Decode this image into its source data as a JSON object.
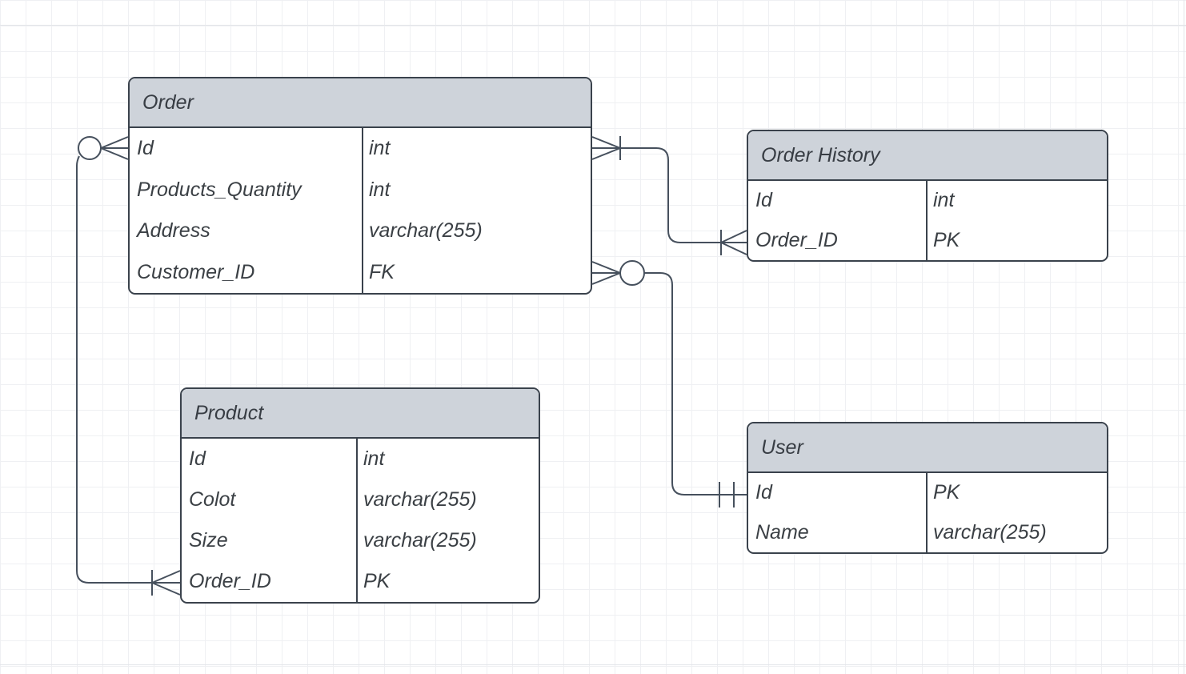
{
  "diagram": {
    "type": "entity-relationship",
    "entities": [
      {
        "title": "Order",
        "fields": [
          {
            "name": "Id",
            "type": "int"
          },
          {
            "name": "Products_Quantity",
            "type": "int"
          },
          {
            "name": "Address",
            "type": "varchar(255)"
          },
          {
            "name": "Customer_ID",
            "type": "FK"
          }
        ]
      },
      {
        "title": "Order History",
        "fields": [
          {
            "name": "Id",
            "type": "int"
          },
          {
            "name": "Order_ID",
            "type": "PK"
          }
        ]
      },
      {
        "title": "Product",
        "fields": [
          {
            "name": "Id",
            "type": "int"
          },
          {
            "name": "Colot",
            "type": "varchar(255)"
          },
          {
            "name": "Size",
            "type": "varchar(255)"
          },
          {
            "name": "Order_ID",
            "type": "PK"
          }
        ]
      },
      {
        "title": "User",
        "fields": [
          {
            "name": "Id",
            "type": "PK"
          },
          {
            "name": "Name",
            "type": "varchar(255)"
          }
        ]
      }
    ],
    "relationships": [
      {
        "from": "Order.Id",
        "from_cardinality": "zero-or-many",
        "to": "Product.Order_ID",
        "to_cardinality": "one-or-many"
      },
      {
        "from": "Order.Id",
        "from_cardinality": "one-or-many",
        "to": "Order History.Order_ID",
        "to_cardinality": "one-or-many"
      },
      {
        "from": "Order.Customer_ID",
        "from_cardinality": "zero-or-many",
        "to": "User.Id",
        "to_cardinality": "exactly-one"
      }
    ],
    "colors": {
      "header_fill": "#ced3da",
      "body_fill": "#ffffff",
      "border": "#3a424c",
      "connector": "#46505d",
      "text": "#3b4045",
      "grid_line": "#eff0f3",
      "background": "#ffffff"
    }
  }
}
